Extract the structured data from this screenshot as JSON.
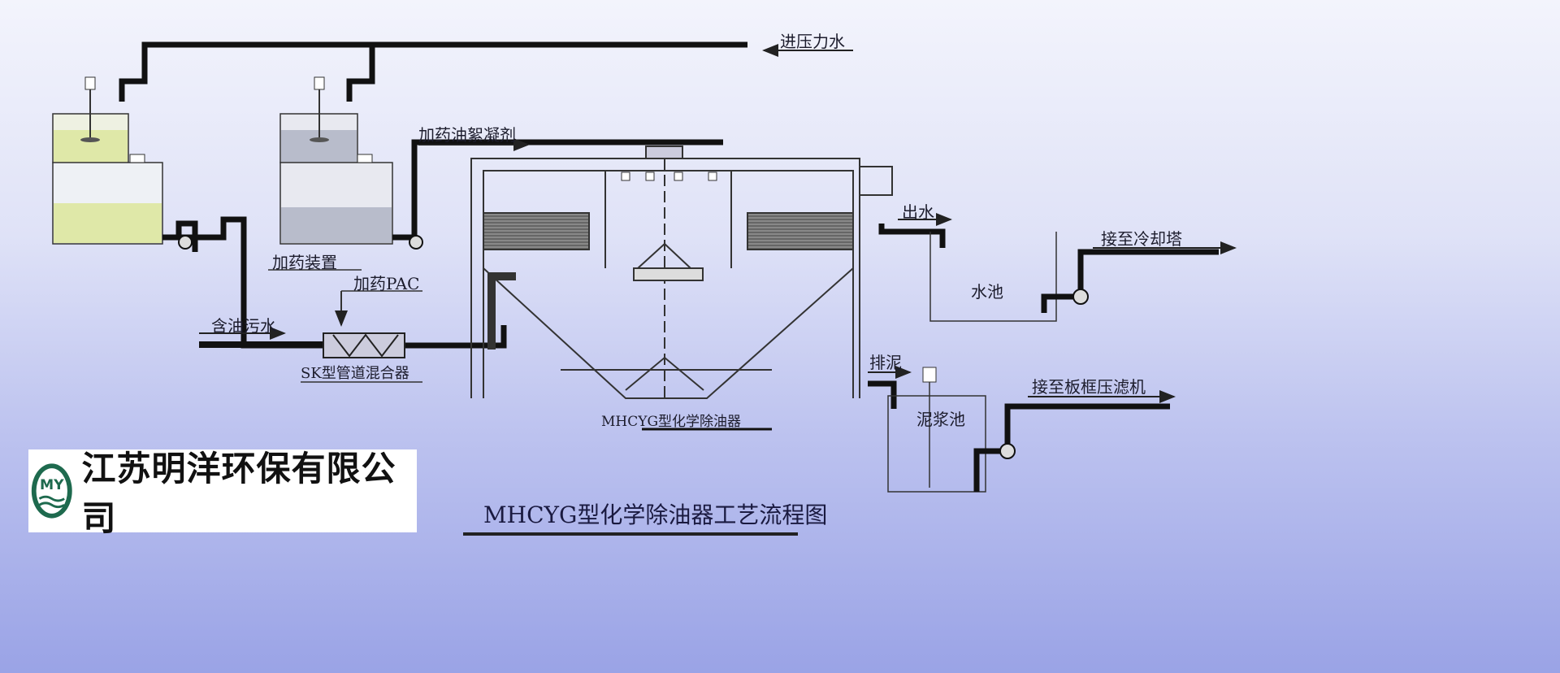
{
  "labels": {
    "pressure_water": "进压力水",
    "flocculant": "加药油絮凝剂",
    "dosing_device": "加药装置",
    "pac": "加药PAC",
    "oily_wastewater": "含油污水",
    "sk_mixer": "SK型管道混合器",
    "separator": "MHCYG型化学除油器",
    "outlet": "出水",
    "cooling_tower": "接至冷却塔",
    "water_pool": "水池",
    "sludge_discharge": "排泥",
    "sludge_pool": "泥浆池",
    "filter_press": "接至板框压滤机"
  },
  "title": "MHCYG型化学除油器工艺流程图",
  "logo": {
    "company": "江苏明洋环保有限公司",
    "mark": "MY"
  },
  "colors": {
    "pipe": "#111111",
    "line": "#2a2a3a",
    "tank1_liquid": "#dfe8a8",
    "tank2_liquid": "#b8bccb",
    "logo_green": "#1e6a4e"
  }
}
